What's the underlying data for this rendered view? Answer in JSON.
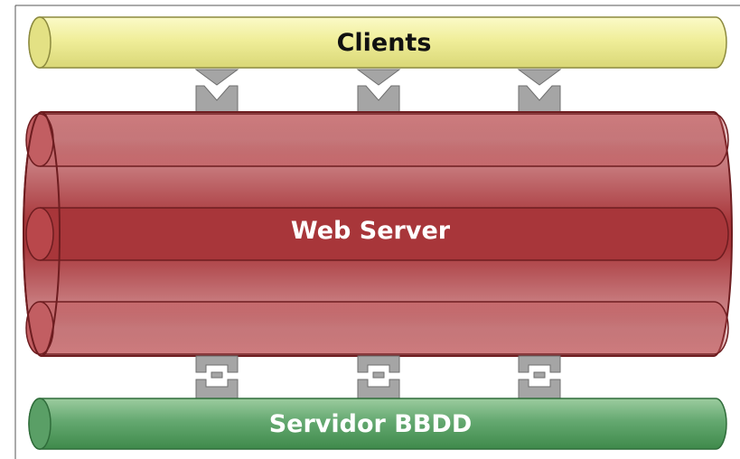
{
  "diagram": {
    "clients": {
      "label": "Clients"
    },
    "web_server": {
      "label": "Web Server"
    },
    "database": {
      "label": "Servidor BBDD"
    }
  },
  "colors": {
    "clients_fill": "#f0ee9a",
    "clients_stroke": "#8c8a3e",
    "web_fill_dark": "#a8363a",
    "web_fill_light": "#d79a9c",
    "web_stroke": "#6e1d20",
    "db_fill": "#6fb07a",
    "db_stroke": "#2f6c3a",
    "connector_fill": "#a5a5a5",
    "connector_stroke": "#6e6e6e"
  }
}
